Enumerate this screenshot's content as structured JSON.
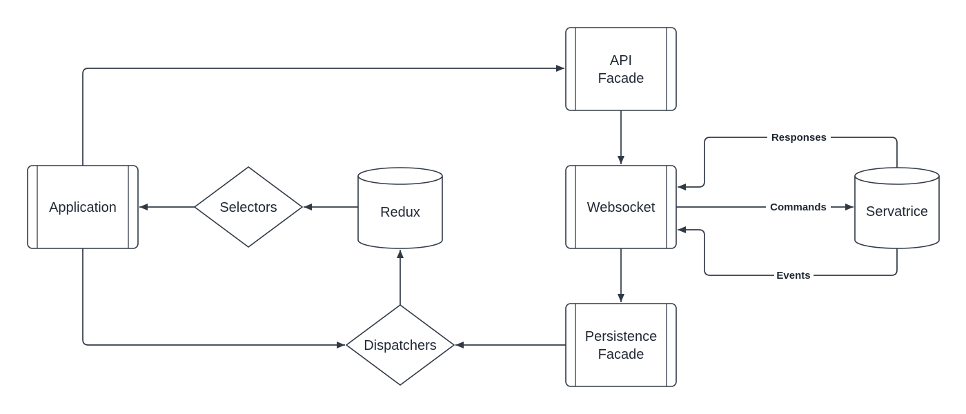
{
  "colors": {
    "background": "#ffffff",
    "stroke-color": "#303a46",
    "text-color": "#1f2733"
  },
  "nodes": {
    "application": {
      "label": "Application",
      "shape": "process"
    },
    "selectors": {
      "label": "Selectors",
      "shape": "decision"
    },
    "redux": {
      "label": "Redux",
      "shape": "database"
    },
    "api_facade": {
      "line1": "API",
      "line2": "Facade",
      "shape": "process"
    },
    "websocket": {
      "label": "Websocket",
      "shape": "process"
    },
    "servatrice": {
      "label": "Servatrice",
      "shape": "database"
    },
    "persistence_facade": {
      "line1": "Persistence",
      "line2": "Facade",
      "shape": "process"
    },
    "dispatchers": {
      "label": "Dispatchers",
      "shape": "decision"
    }
  },
  "edges": {
    "responses": {
      "label": "Responses"
    },
    "commands": {
      "label": "Commands"
    },
    "events": {
      "label": "Events"
    }
  }
}
